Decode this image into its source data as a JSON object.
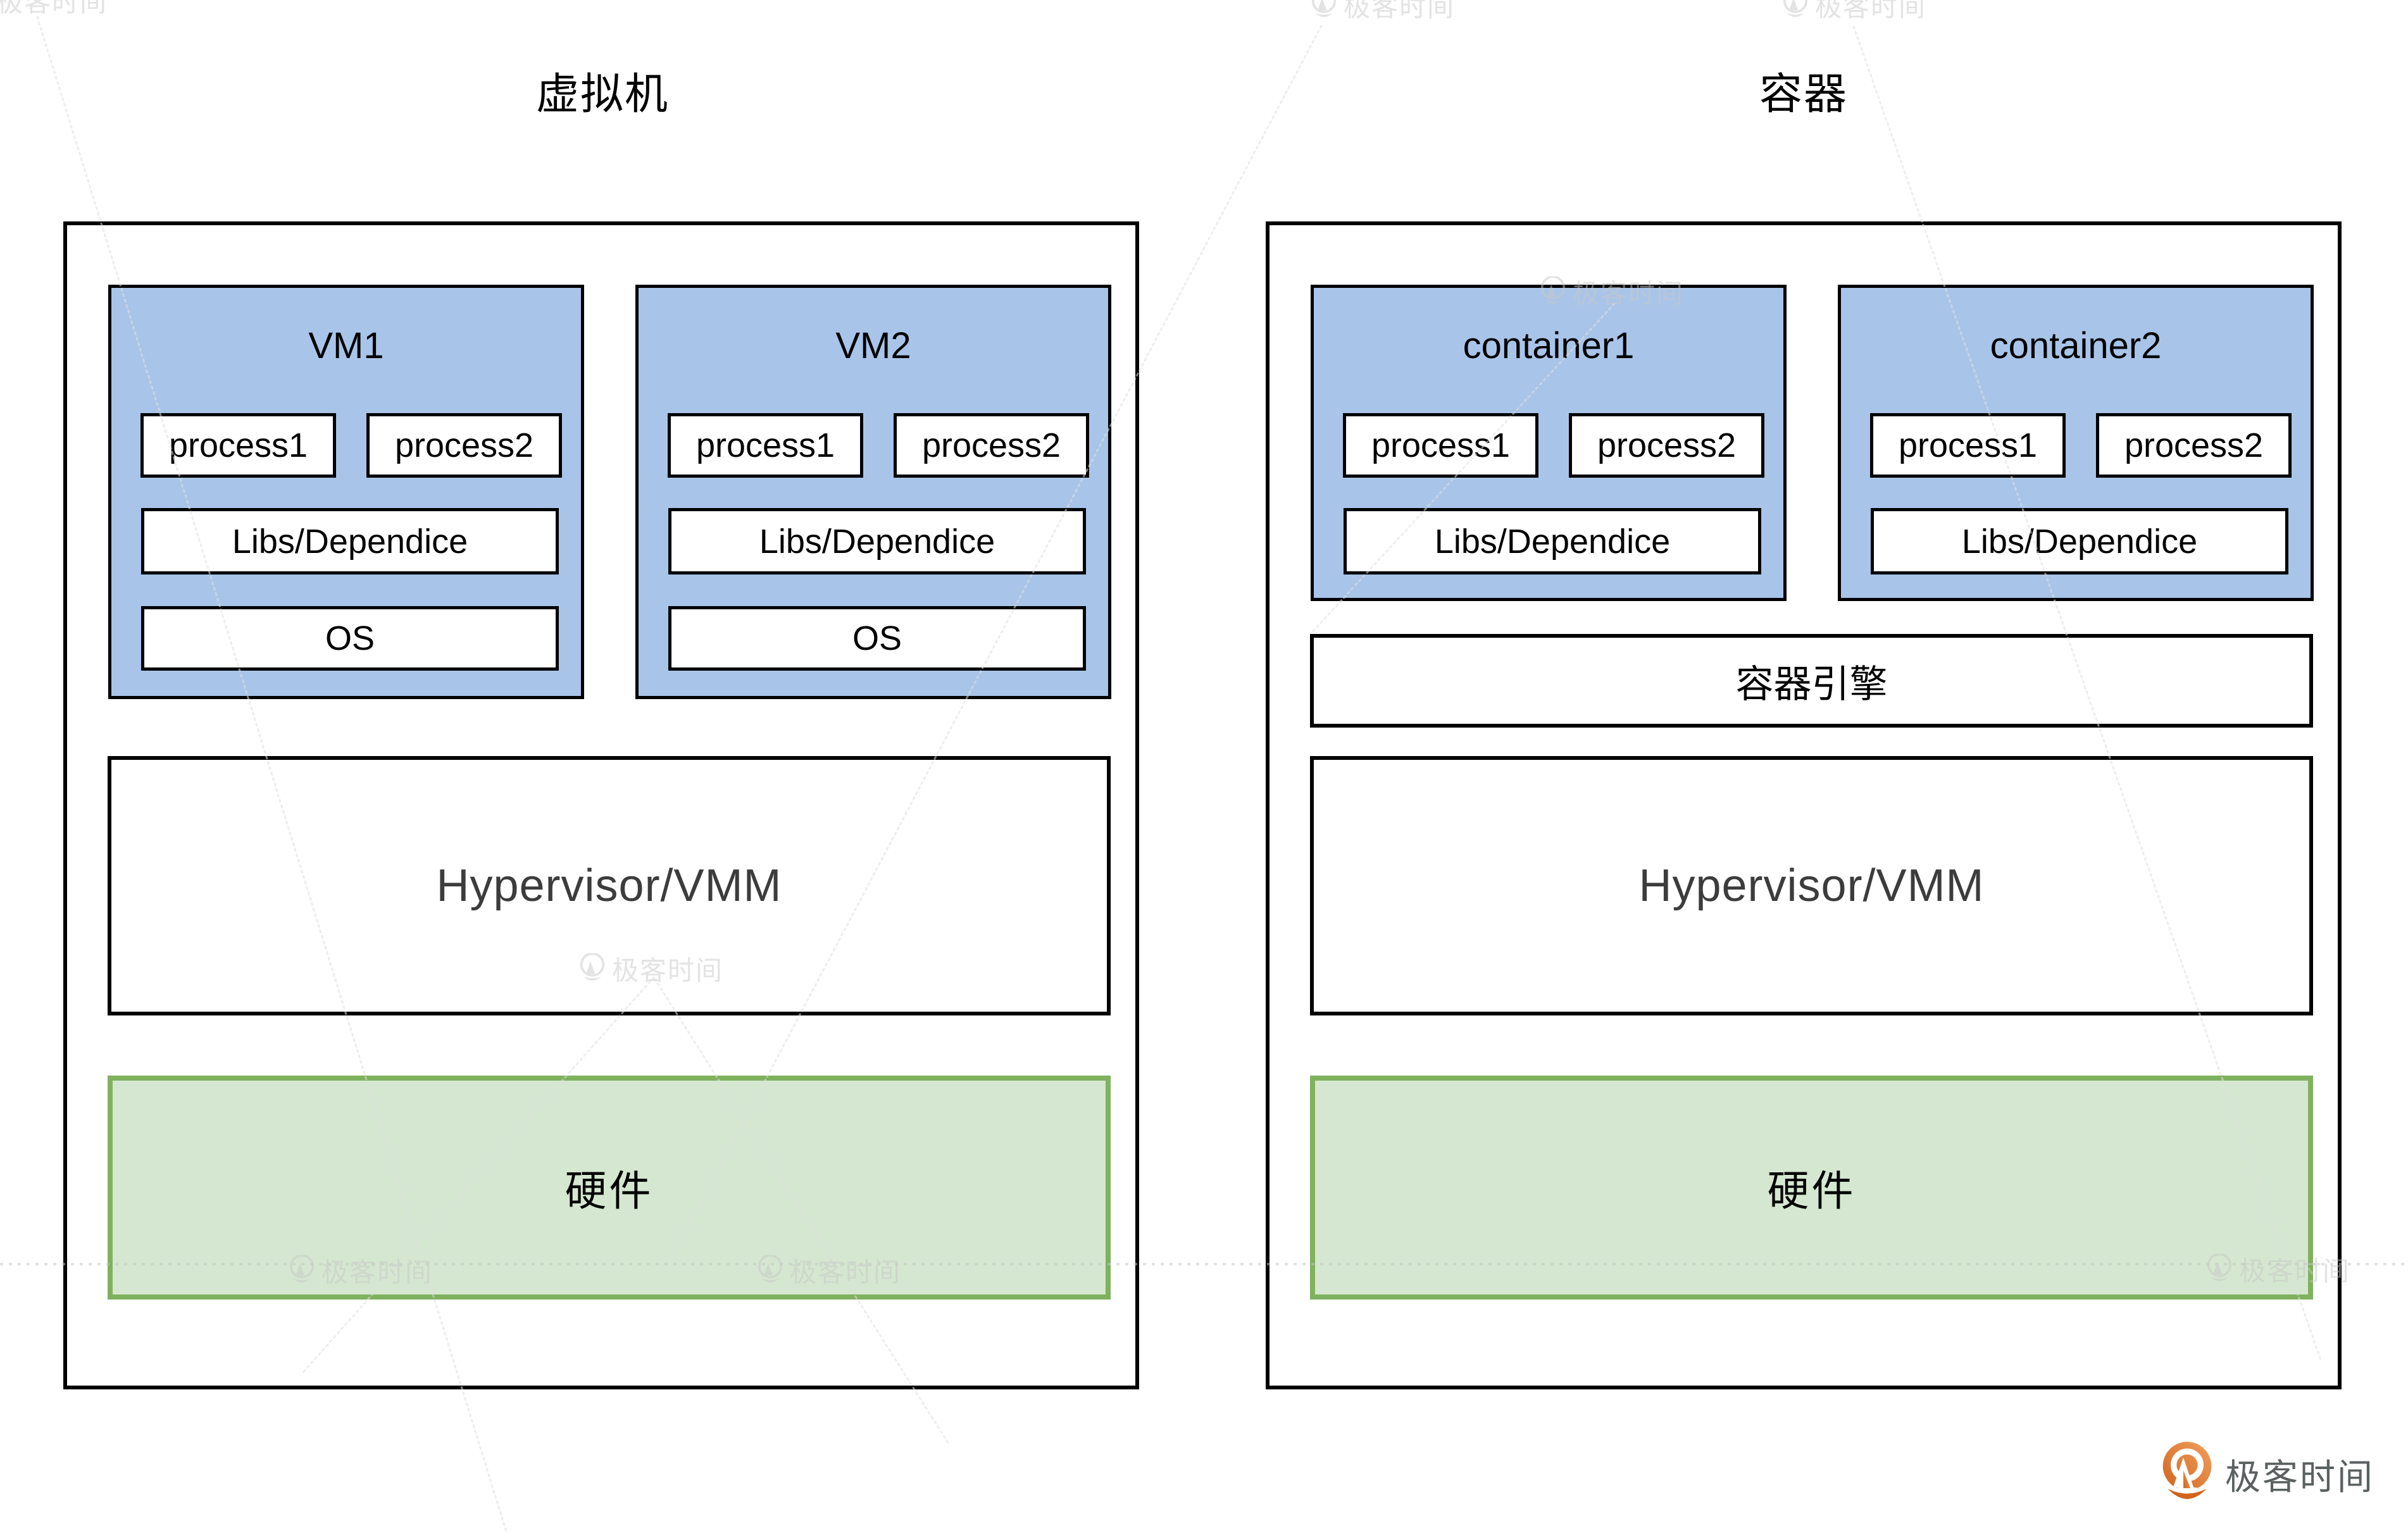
{
  "titles": {
    "left": "虚拟机",
    "right": "容器"
  },
  "vm_panel": {
    "vms": [
      {
        "name": "VM1",
        "process1": "process1",
        "process2": "process2",
        "libs": "Libs/Dependice",
        "os": "OS"
      },
      {
        "name": "VM2",
        "process1": "process1",
        "process2": "process2",
        "libs": "Libs/Dependice",
        "os": "OS"
      }
    ],
    "hypervisor": "Hypervisor/VMM",
    "hardware": "硬件"
  },
  "container_panel": {
    "containers": [
      {
        "name": "container1",
        "process1": "process1",
        "process2": "process2",
        "libs": "Libs/Dependice"
      },
      {
        "name": "container2",
        "process1": "process1",
        "process2": "process2",
        "libs": "Libs/Dependice"
      }
    ],
    "engine": "容器引擎",
    "hypervisor": "Hypervisor/VMM",
    "hardware": "硬件"
  },
  "watermark": {
    "text": "极客时间"
  },
  "brand": {
    "text": "极客时间"
  },
  "colors": {
    "box_blue": "#A8C4E9",
    "hardware_fill": "#D5E7D0",
    "hardware_border": "#7FB15E",
    "border_black": "#000000",
    "brand_orange": "#E07B39",
    "watermark_gray": "#C9C9C9"
  }
}
